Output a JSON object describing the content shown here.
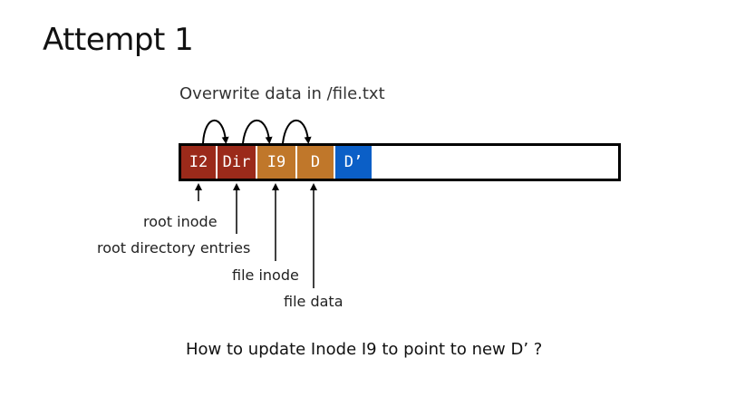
{
  "title": "Attempt 1",
  "subtitle": "Overwrite data in  /file.txt",
  "blocks": [
    {
      "label": "I2",
      "color": "#9b2a1a"
    },
    {
      "label": "Dir",
      "color": "#9b2a1a"
    },
    {
      "label": "I9",
      "color": "#c0772a"
    },
    {
      "label": "D",
      "color": "#c0772a"
    },
    {
      "label": "D’",
      "color": "#0b5fc7"
    }
  ],
  "labels": {
    "root_inode": "root inode",
    "root_dir_entries": "root directory entries",
    "file_inode": "file inode",
    "file_data": "file data"
  },
  "question": "How to update Inode I9 to point to new D’ ?"
}
